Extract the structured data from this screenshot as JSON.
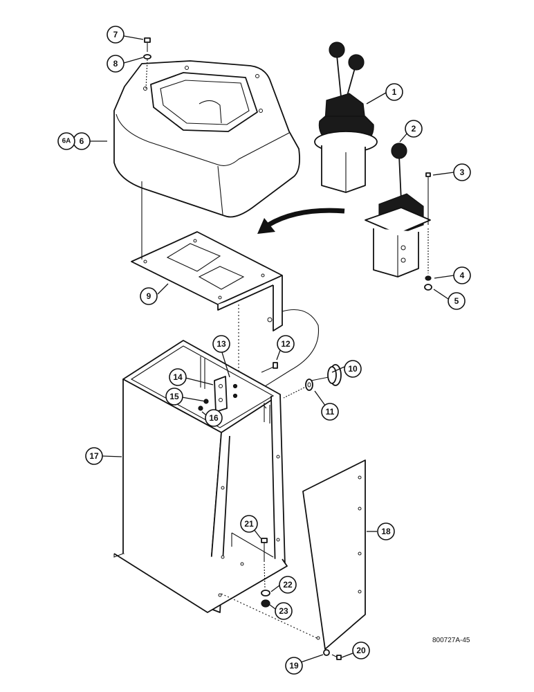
{
  "diagram": {
    "reference_code": "800727A-45",
    "callouts": [
      {
        "id": "c1",
        "label": "1"
      },
      {
        "id": "c2",
        "label": "2"
      },
      {
        "id": "c3",
        "label": "3"
      },
      {
        "id": "c4",
        "label": "4"
      },
      {
        "id": "c5",
        "label": "5"
      },
      {
        "id": "c6",
        "label": "6"
      },
      {
        "id": "c6a",
        "label": "6A"
      },
      {
        "id": "c7",
        "label": "7"
      },
      {
        "id": "c8",
        "label": "8"
      },
      {
        "id": "c9",
        "label": "9"
      },
      {
        "id": "c10",
        "label": "10"
      },
      {
        "id": "c11",
        "label": "11"
      },
      {
        "id": "c12",
        "label": "12"
      },
      {
        "id": "c13",
        "label": "13"
      },
      {
        "id": "c14",
        "label": "14"
      },
      {
        "id": "c15",
        "label": "15"
      },
      {
        "id": "c16",
        "label": "16"
      },
      {
        "id": "c17",
        "label": "17"
      },
      {
        "id": "c18",
        "label": "18"
      },
      {
        "id": "c19",
        "label": "19"
      },
      {
        "id": "c20",
        "label": "20"
      },
      {
        "id": "c21",
        "label": "21"
      },
      {
        "id": "c22",
        "label": "22"
      },
      {
        "id": "c23",
        "label": "23"
      }
    ]
  }
}
